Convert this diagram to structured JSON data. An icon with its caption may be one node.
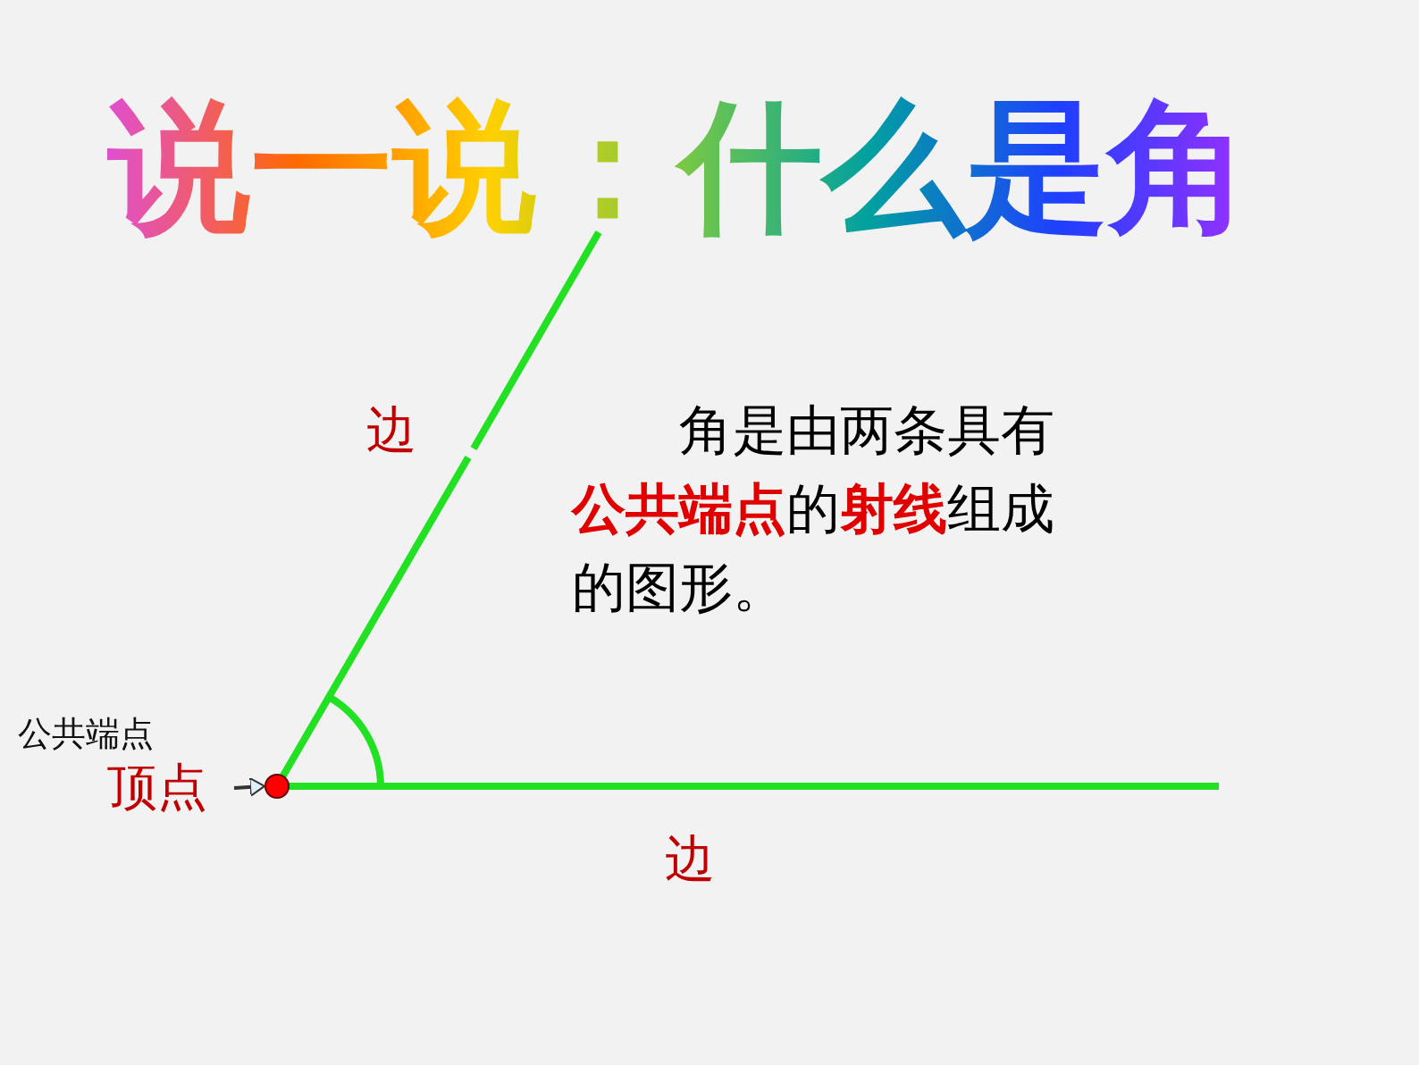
{
  "diagram": {
    "title": "说一说：什么是角",
    "nodes": [
      {
        "text": [
          "顶点"
        ]
      },
      {
        "text": [],
        "shape": "circle"
      }
    ],
    "edges": [
      {
        "from": 0,
        "to": 1,
        "arrow": "to"
      }
    ],
    "labels": [
      "边",
      "角是由两条具有**公共端点**的**射线**组成的图形。",
      "公共端点",
      "边"
    ]
  }
}
